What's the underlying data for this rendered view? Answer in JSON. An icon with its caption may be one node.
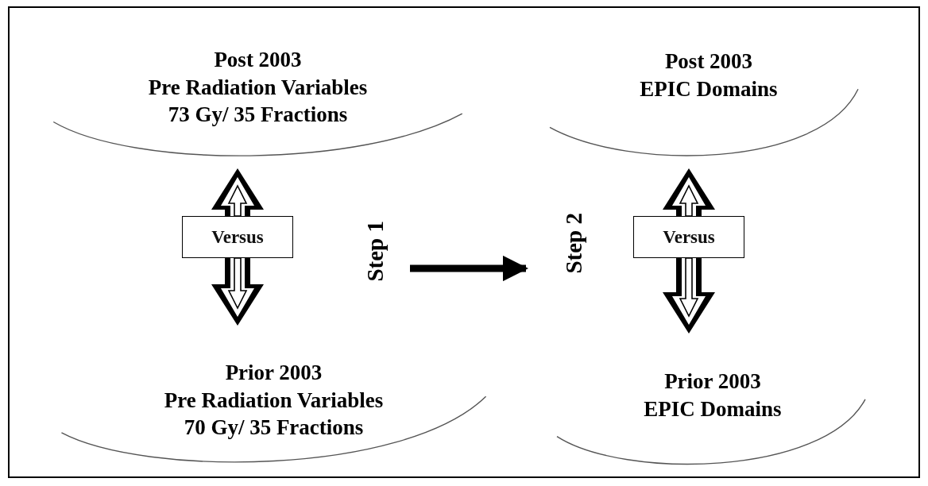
{
  "diagram": {
    "nodes": [
      {
        "text": [
          "Post 2003",
          "Pre Radiation Variables",
          "73 Gy/ 35 Fractions"
        ]
      },
      {
        "text": [
          "Versus"
        ]
      },
      {
        "text": [
          "Prior 2003",
          "Pre Radiation Variables",
          "70 Gy/ 35 Fractions"
        ]
      },
      {
        "text": [
          "Post 2003",
          "EPIC Domains"
        ]
      },
      {
        "text": [
          "Versus"
        ]
      },
      {
        "text": [
          "Prior 2003",
          "EPIC Domains"
        ]
      },
      {
        "text": [
          "Step 1"
        ]
      },
      {
        "text": [
          "Step 2"
        ]
      }
    ],
    "edges": [
      {
        "from": 1,
        "to": 0,
        "arrow": "to"
      },
      {
        "from": 1,
        "to": 2,
        "arrow": "to"
      },
      {
        "from": 4,
        "to": 3,
        "arrow": "to"
      },
      {
        "from": 4,
        "to": 5,
        "arrow": "to"
      },
      {
        "from": 6,
        "to": 7,
        "arrow": "to"
      }
    ]
  }
}
